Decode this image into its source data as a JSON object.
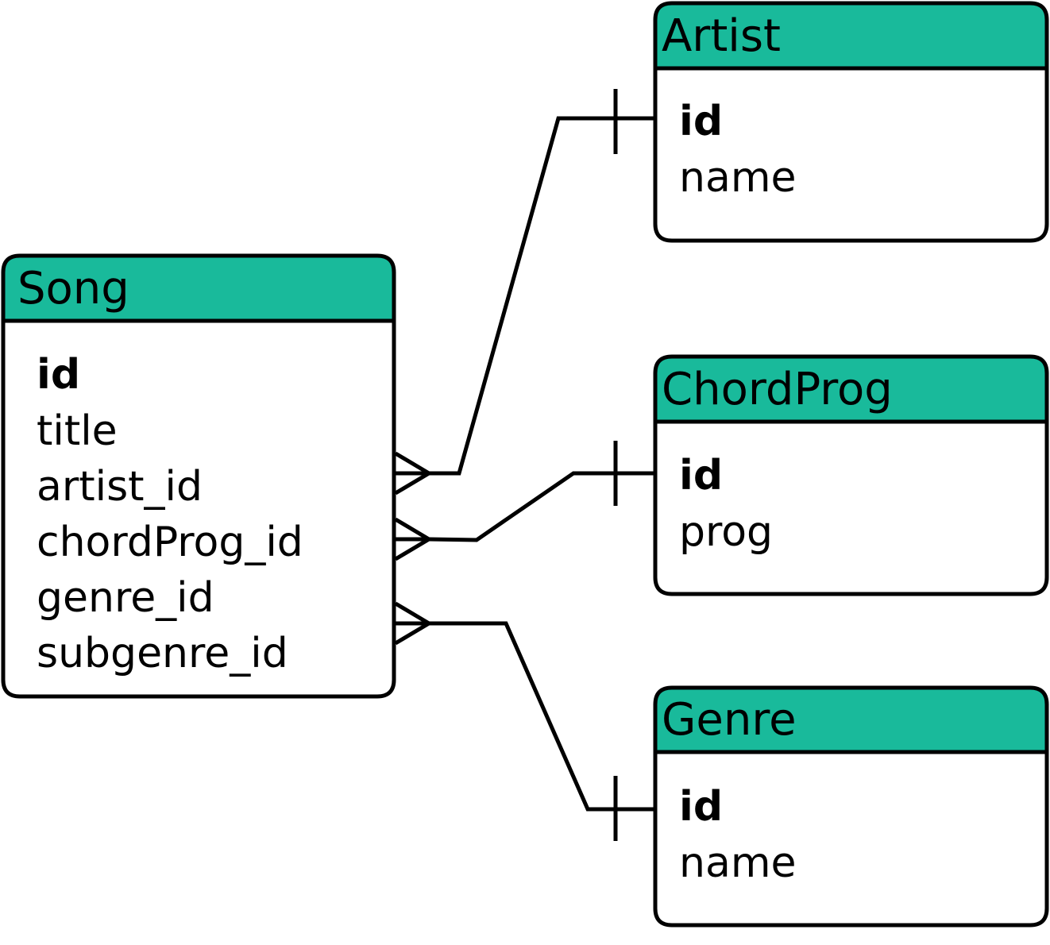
{
  "colors": {
    "header_fill": "#19BA9B",
    "stroke": "#000000",
    "background": "#FFFFFF"
  },
  "entities": {
    "song": {
      "title": "Song",
      "fields": [
        {
          "name": "id",
          "primary_key": true
        },
        {
          "name": "title",
          "primary_key": false
        },
        {
          "name": "artist_id",
          "primary_key": false
        },
        {
          "name": "chordProg_id",
          "primary_key": false
        },
        {
          "name": "genre_id",
          "primary_key": false
        },
        {
          "name": "subgenre_id",
          "primary_key": false
        }
      ]
    },
    "artist": {
      "title": "Artist",
      "fields": [
        {
          "name": "id",
          "primary_key": true
        },
        {
          "name": "name",
          "primary_key": false
        }
      ]
    },
    "chordprog": {
      "title": "ChordProg",
      "fields": [
        {
          "name": "id",
          "primary_key": true
        },
        {
          "name": "prog",
          "primary_key": false
        }
      ]
    },
    "genre": {
      "title": "Genre",
      "fields": [
        {
          "name": "id",
          "primary_key": true
        },
        {
          "name": "name",
          "primary_key": false
        }
      ]
    }
  },
  "relationships": [
    {
      "from": "song",
      "from_field": "artist_id",
      "to": "artist",
      "from_cardinality": "many",
      "to_cardinality": "one"
    },
    {
      "from": "song",
      "from_field": "chordProg_id",
      "to": "chordprog",
      "from_cardinality": "many",
      "to_cardinality": "one"
    },
    {
      "from": "song",
      "from_field": "genre_id",
      "to": "genre",
      "from_cardinality": "many",
      "to_cardinality": "one"
    }
  ]
}
